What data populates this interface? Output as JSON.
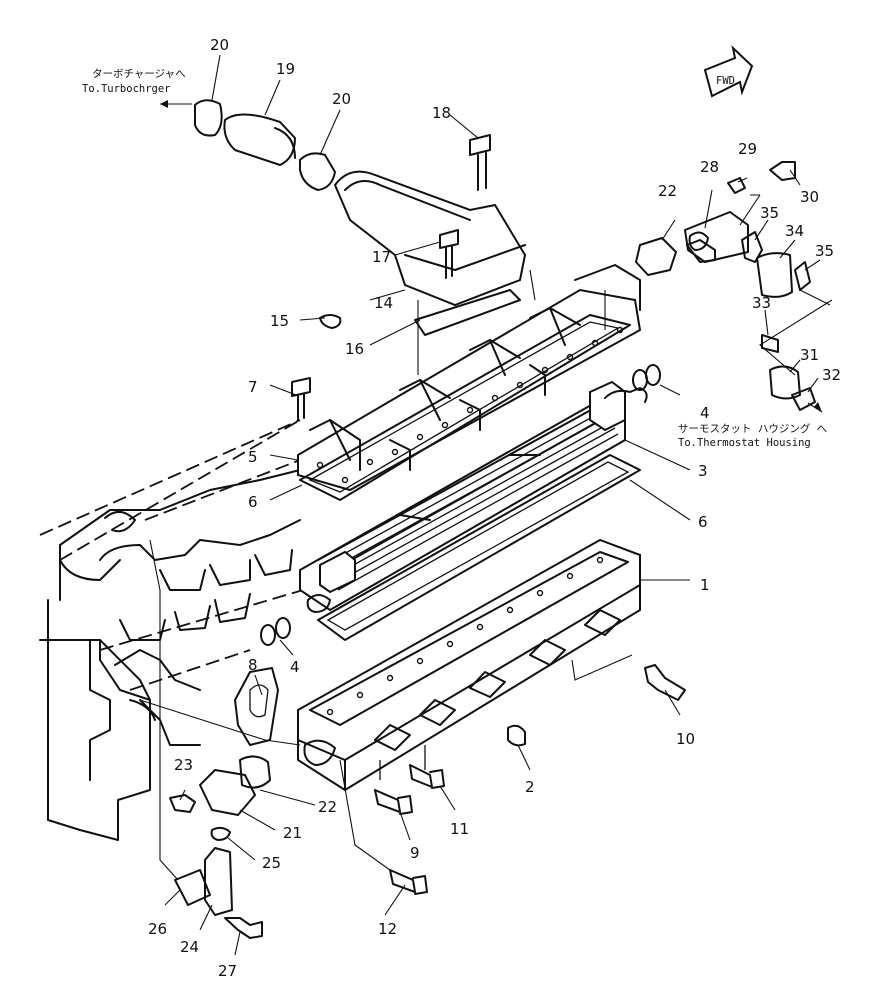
{
  "notes": {
    "turbo_jp": "ターボチャージャへ",
    "turbo_en": "To.Turbochrger",
    "thermo_jp": "サーモスタット ハウジング へ",
    "thermo_en": "To.Thermostat Housing",
    "fwd": "FWD"
  },
  "callouts": [
    "1",
    "2",
    "3",
    "4",
    "4",
    "5",
    "6",
    "6",
    "7",
    "8",
    "9",
    "10",
    "11",
    "12",
    "14",
    "15",
    "16",
    "17",
    "18",
    "19",
    "20",
    "20",
    "21",
    "22",
    "22",
    "23",
    "24",
    "25",
    "26",
    "27",
    "28",
    "29",
    "30",
    "31",
    "32",
    "33",
    "34",
    "35",
    "35"
  ]
}
